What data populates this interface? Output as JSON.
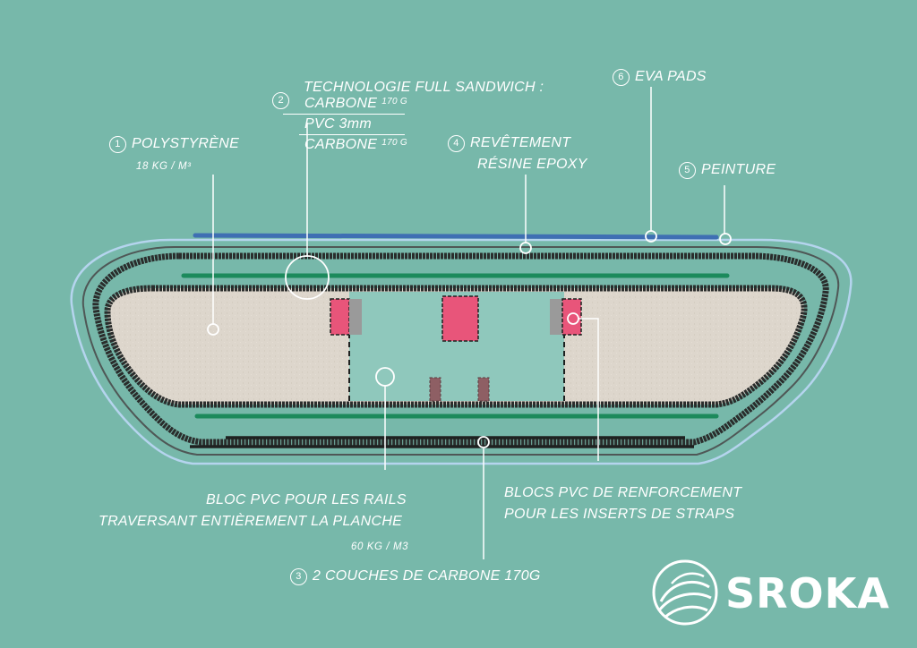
{
  "colors": {
    "background": "#77b8aa",
    "foam": "#ddd6cc",
    "pvc_core": "#8fc8bc",
    "carbon": "#2a2d2c",
    "glass_green": "#1c8a5c",
    "paint_blue": "#3f6fb3",
    "reinforcement_pink": "#e8557a",
    "insert_brown": "#8e5f64",
    "lines": "#ffffff"
  },
  "labels": {
    "polystyrene": {
      "number": "1",
      "title": "POLYSTYRÈNE",
      "density": "18 KG / M³"
    },
    "sandwich": {
      "number": "2",
      "title": "TECHNOLOGIE FULL SANDWICH :",
      "layer1": "CARBONE",
      "layer1_weight": "170 G",
      "layer2": "PVC 3mm",
      "layer3": "CARBONE",
      "layer3_weight": "170 G"
    },
    "carbon_layers": {
      "number": "3",
      "title": "2 COUCHES DE  CARBONE 170G"
    },
    "epoxy": {
      "number": "4",
      "line1": "REVÊTEMENT",
      "line2": "RÉSINE EPOXY"
    },
    "paint": {
      "number": "5",
      "title": "PEINTURE"
    },
    "eva": {
      "number": "6",
      "title": "EVA PADS"
    },
    "pvc_rail_block": {
      "line1": "BLOC PVC  POUR LES RAILS",
      "line2": "TRAVERSANT ENTIÈREMENT LA PLANCHE",
      "density": "60 KG / M3"
    },
    "reinforcement_blocks": {
      "line1": "BLOCS PVC DE RENFORCEMENT",
      "line2": "POUR LES INSERTS DE STRAPS"
    }
  },
  "brand": {
    "name": "SROKA",
    "logo_icon": "wave-logo-icon"
  }
}
